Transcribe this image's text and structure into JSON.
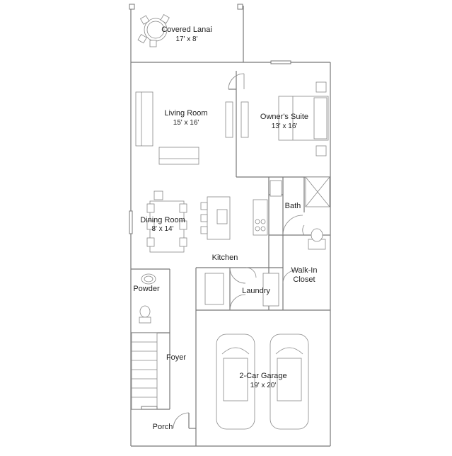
{
  "rooms": {
    "covered_lanai": {
      "name": "Covered Lanai",
      "dims": "17' x 8'"
    },
    "living_room": {
      "name": "Living Room",
      "dims": "15' x 16'"
    },
    "owners_suite": {
      "name": "Owner's Suite",
      "dims": "13' x 16'"
    },
    "bath": {
      "name": "Bath"
    },
    "dining_room": {
      "name": "Dining Room",
      "dims": "8' x 14'"
    },
    "kitchen": {
      "name": "Kitchen"
    },
    "walk_in_closet": {
      "line1": "Walk-In",
      "line2": "Closet"
    },
    "laundry": {
      "name": "Laundry"
    },
    "powder": {
      "name": "Powder"
    },
    "foyer": {
      "name": "Foyer"
    },
    "garage": {
      "name": "2-Car Garage",
      "dims": "19' x 20'"
    },
    "porch": {
      "name": "Porch"
    }
  }
}
